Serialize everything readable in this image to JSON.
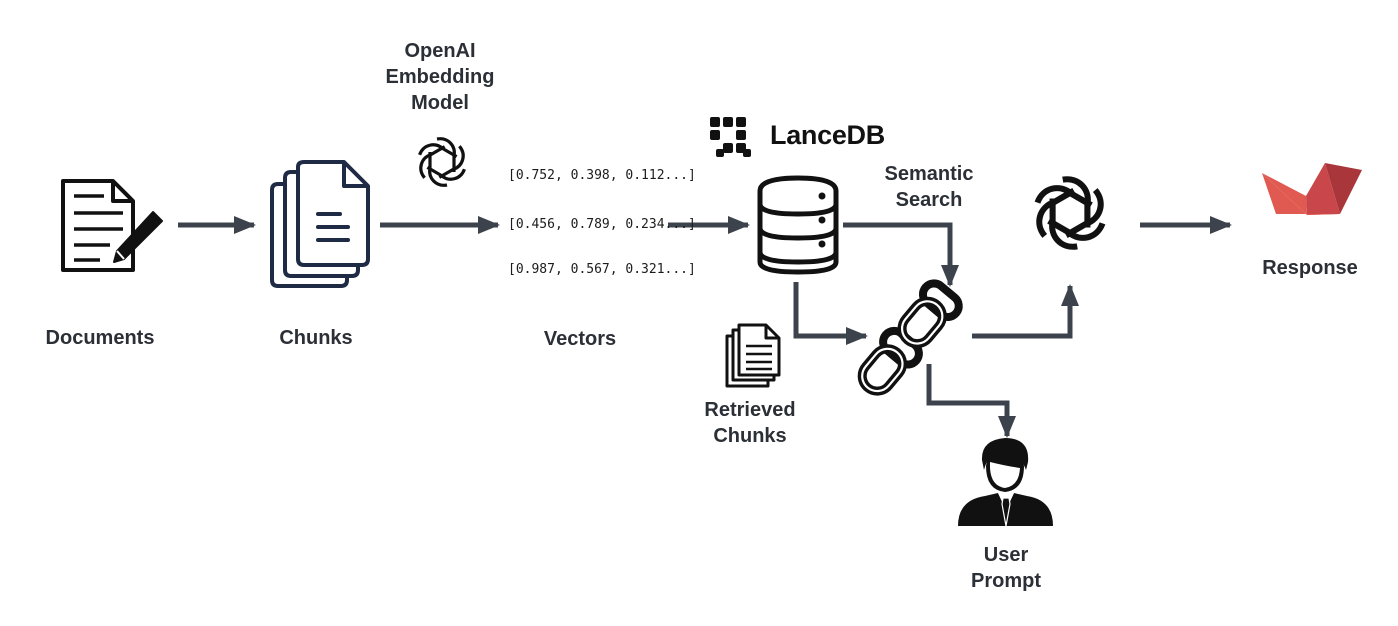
{
  "labels": {
    "documents": "Documents",
    "chunks": "Chunks",
    "embedding_model_line1": "OpenAI",
    "embedding_model_line2": "Embedding",
    "embedding_model_line3": "Model",
    "vectors": "Vectors",
    "lancedb": "LanceDB",
    "semantic_search_line1": "Semantic",
    "semantic_search_line2": "Search",
    "retrieved_chunks_line1": "Retrieved",
    "retrieved_chunks_line2": "Chunks",
    "user_prompt_line1": "User",
    "user_prompt_line2": "Prompt",
    "response": "Response"
  },
  "vectors": [
    "[0.752, 0.398, 0.112...]",
    "[0.456, 0.789, 0.234...]",
    "[0.987, 0.567, 0.321...]"
  ],
  "colors": {
    "arrow": "#3d434c",
    "text": "#2b2f36",
    "icon": "#111111",
    "streamlit_red": "#e05a52",
    "streamlit_dark": "#a8363a",
    "streamlit_mid": "#c9474a",
    "chunk_outline": "#1f2a44"
  },
  "icons": {
    "documents": "document-pen-icon",
    "chunks": "stacked-documents-icon",
    "embedding": "openai-logo-icon",
    "lancedb": "lancedb-logo-icon",
    "database": "database-icon",
    "retrieved": "document-stack-icon",
    "chain": "chain-link-icon",
    "llm": "openai-logo-icon",
    "user": "user-avatar-icon",
    "response": "streamlit-boat-icon"
  }
}
